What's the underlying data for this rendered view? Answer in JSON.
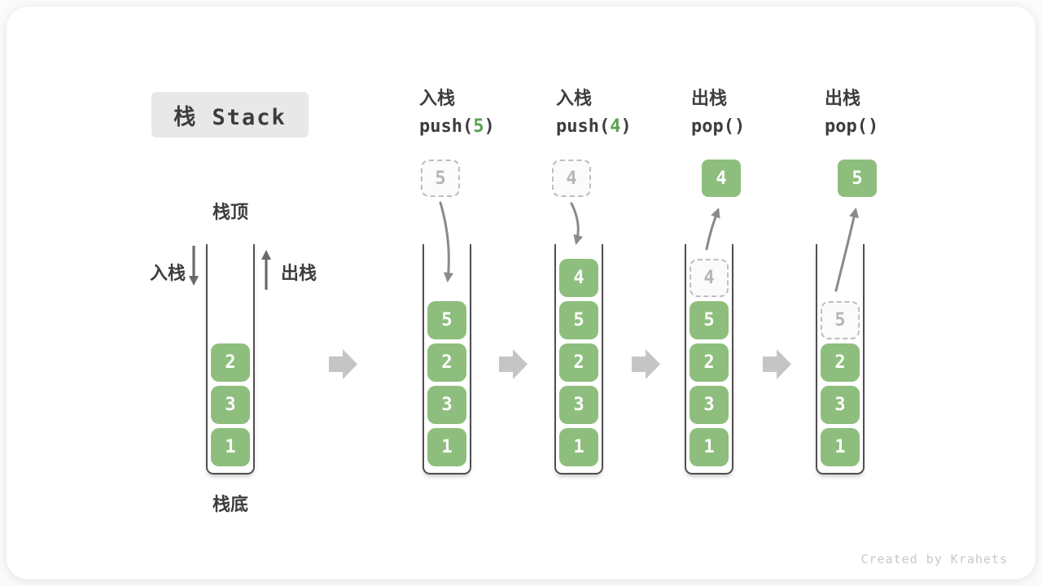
{
  "title": "栈 Stack",
  "watermark": "Created by Krahets",
  "colors": {
    "block_green": "#8ebe7d",
    "code_green": "#57a14e",
    "ghost_gray": "#b5b5b5",
    "ghost_border": "#bdbdbd",
    "wall_gray": "#4f4f4f",
    "text_dark": "#3d3d3d",
    "flow_arrow_gray": "#c5c5c5",
    "motion_arrow_gray": "#8a8a8a",
    "side_arrow_gray": "#6a6a6a",
    "title_bg": "#e8e8e8",
    "watermark_gray": "#c9c9c9"
  },
  "diagram_labels": {
    "stack_top": "栈顶",
    "stack_bottom": "栈底",
    "push_side": "入栈",
    "pop_side": "出栈"
  },
  "operations": [
    {
      "kind": "入栈",
      "fn": "push(",
      "arg": "5",
      "close": ")"
    },
    {
      "kind": "入栈",
      "fn": "push(",
      "arg": "4",
      "close": ")"
    },
    {
      "kind": "出栈",
      "fn": "pop(",
      "arg": "",
      "close": ")"
    },
    {
      "kind": "出栈",
      "fn": "pop(",
      "arg": "",
      "close": ")"
    }
  ],
  "floating_values": [
    {
      "value": "5",
      "style": "dashed"
    },
    {
      "value": "4",
      "style": "dashed"
    },
    {
      "value": "4",
      "style": "solid"
    },
    {
      "value": "5",
      "style": "solid"
    }
  ],
  "stacks": [
    {
      "items": [
        {
          "value": "2"
        },
        {
          "value": "3"
        },
        {
          "value": "1"
        }
      ]
    },
    {
      "items": [
        {
          "value": "5"
        },
        {
          "value": "2"
        },
        {
          "value": "3"
        },
        {
          "value": "1"
        }
      ]
    },
    {
      "items": [
        {
          "value": "4"
        },
        {
          "value": "5"
        },
        {
          "value": "2"
        },
        {
          "value": "3"
        },
        {
          "value": "1"
        }
      ]
    },
    {
      "items": [
        {
          "value": "4",
          "ghost": true
        },
        {
          "value": "5"
        },
        {
          "value": "2"
        },
        {
          "value": "3"
        },
        {
          "value": "1"
        }
      ]
    },
    {
      "items": [
        {
          "value": "5",
          "ghost": true
        },
        {
          "value": "2"
        },
        {
          "value": "3"
        },
        {
          "value": "1"
        }
      ]
    }
  ]
}
